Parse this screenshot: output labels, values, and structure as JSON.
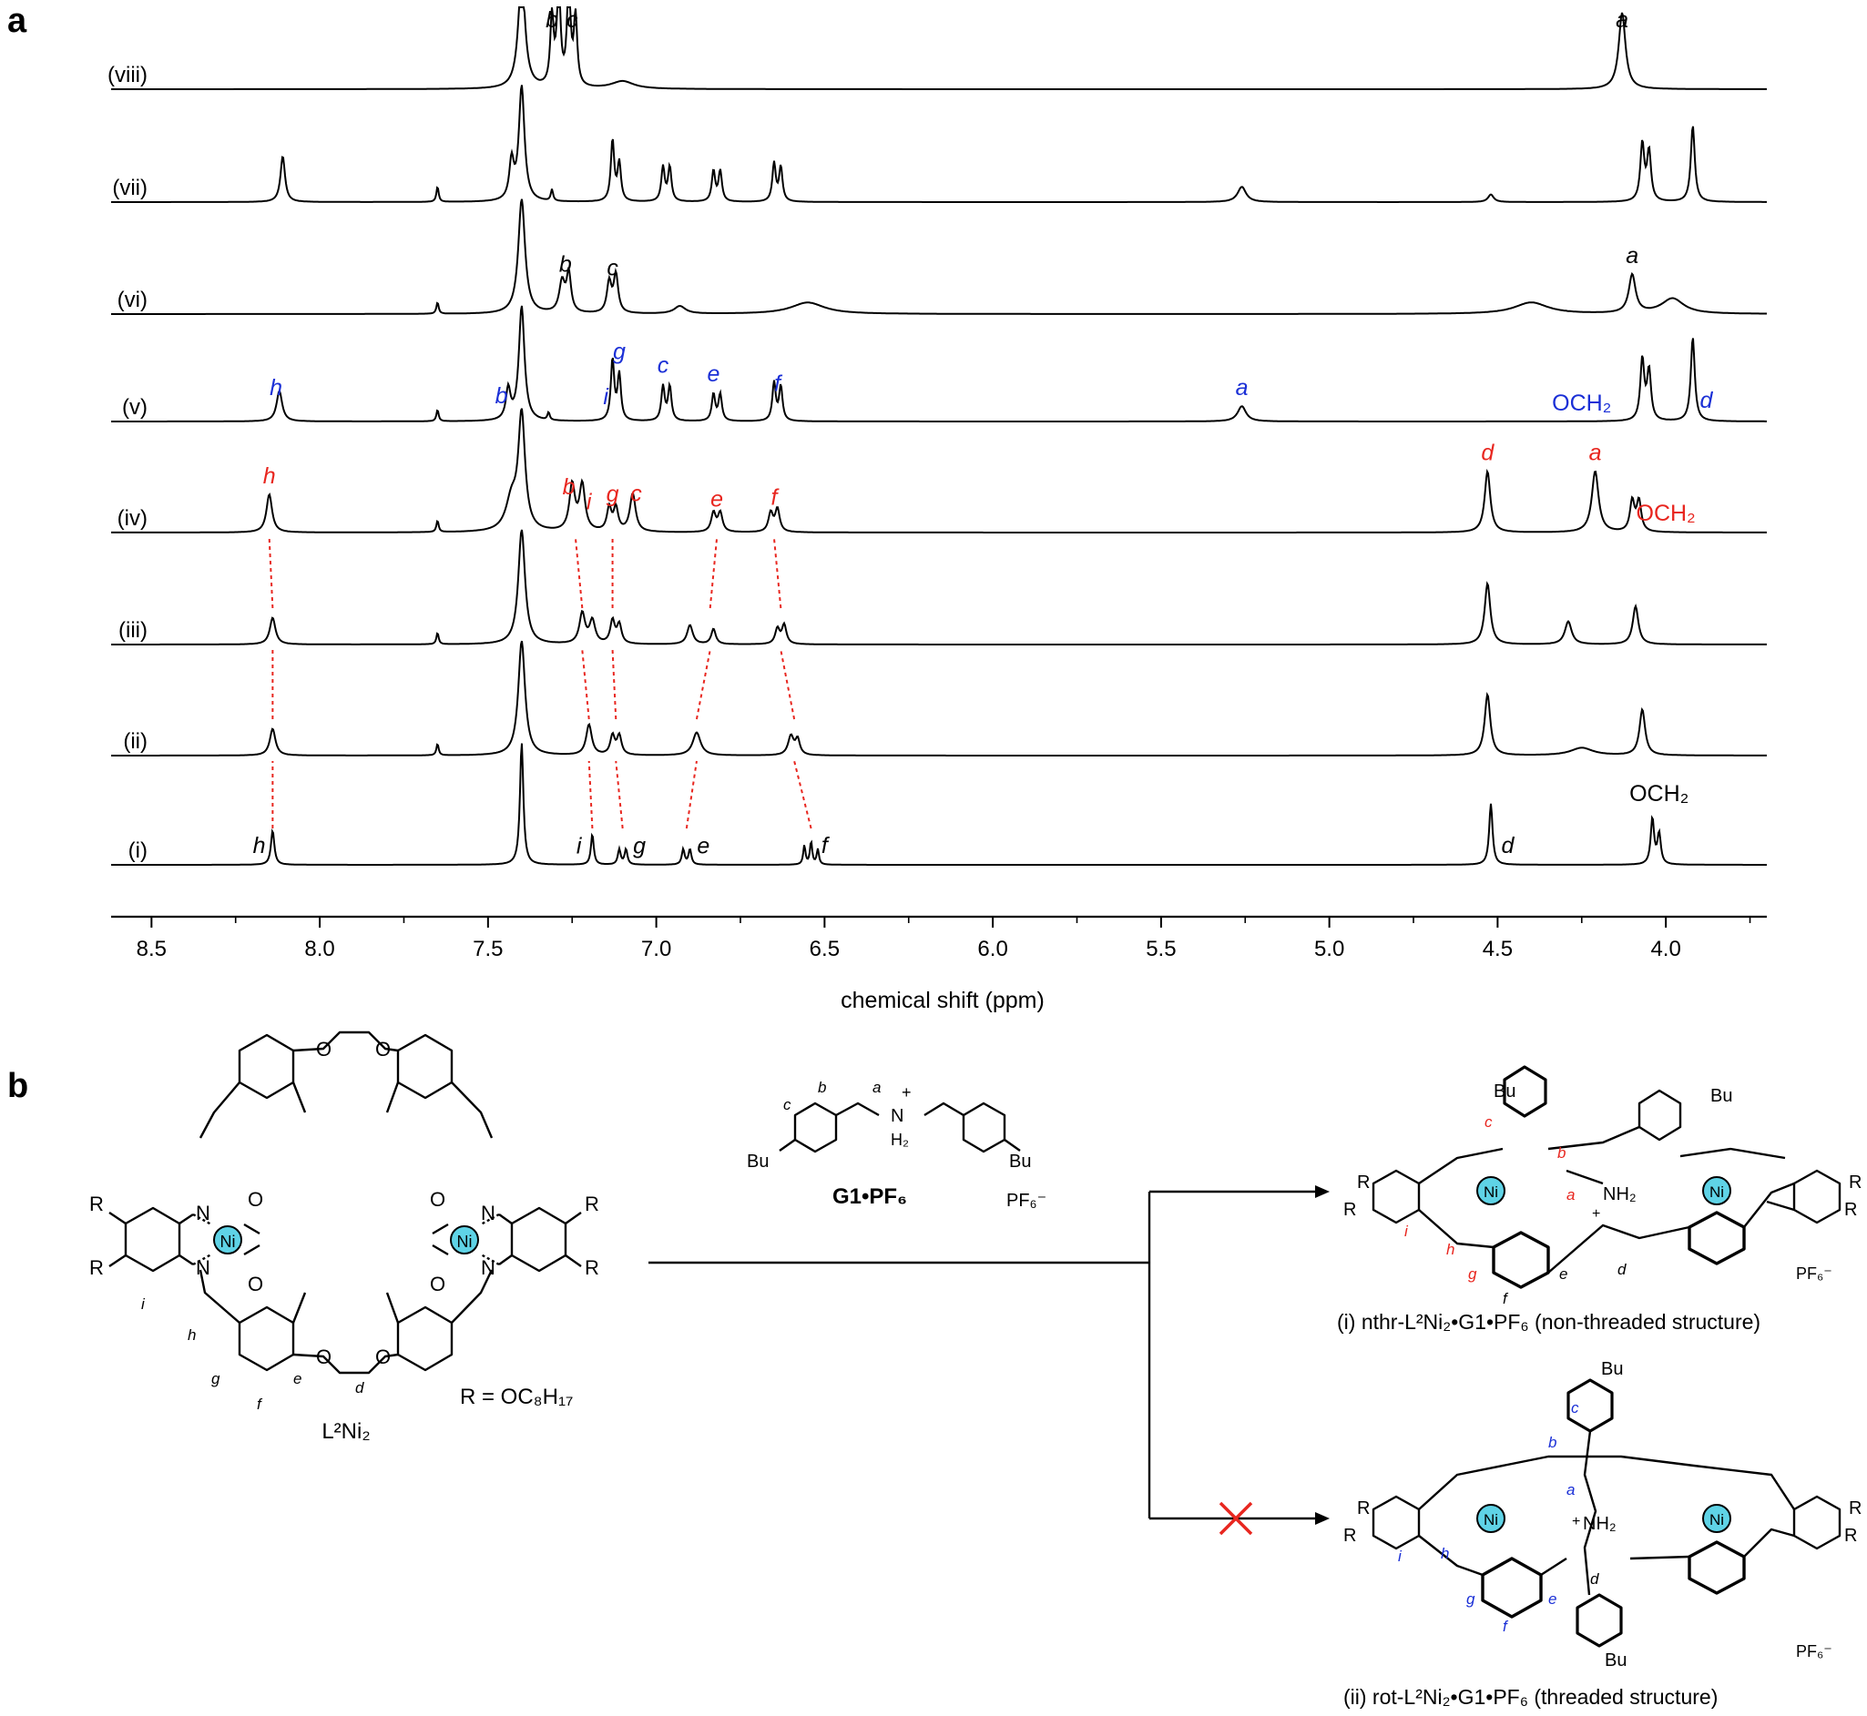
{
  "panel_a": {
    "label": "a",
    "xlabel": "chemical shift (ppm)",
    "ticks": [
      "8.5",
      "8.0",
      "7.5",
      "7.0",
      "6.5",
      "6.0",
      "5.5",
      "5.0",
      "4.5",
      "4.0"
    ],
    "spectra": [
      {
        "label": "(viii)",
        "peaks": [
          [
            7.4,
            0.3,
            0.012
          ],
          [
            7.31,
            0.18,
            0.006
          ],
          [
            7.29,
            0.28,
            0.006
          ],
          [
            7.26,
            0.28,
            0.006
          ],
          [
            7.24,
            0.18,
            0.006
          ],
          [
            7.1,
            0.02,
            0.04
          ],
          [
            4.13,
            0.2,
            0.012
          ]
        ],
        "annotations": [
          {
            "t": "b",
            "ppm": 7.31,
            "color": "black"
          },
          {
            "t": "c",
            "ppm": 7.25,
            "color": "black"
          },
          {
            "t": "a",
            "ppm": 4.13,
            "color": "black"
          }
        ]
      },
      {
        "label": "(vii)",
        "peaks": [
          [
            8.11,
            0.12,
            0.008
          ],
          [
            7.65,
            0.04,
            0.004
          ],
          [
            7.43,
            0.1,
            0.008
          ],
          [
            7.4,
            0.3,
            0.01
          ],
          [
            7.31,
            0.03,
            0.004
          ],
          [
            7.13,
            0.16,
            0.006
          ],
          [
            7.11,
            0.1,
            0.006
          ],
          [
            6.98,
            0.09,
            0.006
          ],
          [
            6.96,
            0.09,
            0.006
          ],
          [
            6.83,
            0.08,
            0.006
          ],
          [
            6.81,
            0.08,
            0.006
          ],
          [
            6.65,
            0.1,
            0.006
          ],
          [
            6.63,
            0.09,
            0.006
          ],
          [
            5.26,
            0.04,
            0.015
          ],
          [
            4.52,
            0.02,
            0.01
          ],
          [
            4.07,
            0.15,
            0.007
          ],
          [
            4.05,
            0.13,
            0.007
          ],
          [
            3.92,
            0.2,
            0.007
          ]
        ],
        "annotations": []
      },
      {
        "label": "(vi)",
        "peaks": [
          [
            7.65,
            0.03,
            0.004
          ],
          [
            7.4,
            0.3,
            0.012
          ],
          [
            7.28,
            0.08,
            0.01
          ],
          [
            7.26,
            0.1,
            0.008
          ],
          [
            7.14,
            0.08,
            0.008
          ],
          [
            7.12,
            0.1,
            0.008
          ],
          [
            6.93,
            0.02,
            0.02
          ],
          [
            6.55,
            0.03,
            0.06
          ],
          [
            4.4,
            0.03,
            0.06
          ],
          [
            4.1,
            0.1,
            0.012
          ],
          [
            3.98,
            0.04,
            0.04
          ]
        ],
        "annotations": [
          {
            "t": "b",
            "ppm": 7.27,
            "color": "black"
          },
          {
            "t": "c",
            "ppm": 7.13,
            "color": "black"
          },
          {
            "t": "a",
            "ppm": 4.1,
            "color": "black"
          }
        ]
      },
      {
        "label": "(v)",
        "peaks": [
          [
            8.12,
            0.08,
            0.01
          ],
          [
            7.65,
            0.03,
            0.004
          ],
          [
            7.44,
            0.08,
            0.008
          ],
          [
            7.4,
            0.3,
            0.01
          ],
          [
            7.32,
            0.02,
            0.004
          ],
          [
            7.13,
            0.16,
            0.006
          ],
          [
            7.11,
            0.12,
            0.006
          ],
          [
            6.98,
            0.09,
            0.006
          ],
          [
            6.96,
            0.09,
            0.006
          ],
          [
            6.83,
            0.07,
            0.006
          ],
          [
            6.81,
            0.07,
            0.006
          ],
          [
            6.65,
            0.1,
            0.006
          ],
          [
            6.63,
            0.09,
            0.006
          ],
          [
            5.26,
            0.04,
            0.015
          ],
          [
            4.07,
            0.16,
            0.007
          ],
          [
            4.05,
            0.13,
            0.007
          ],
          [
            3.92,
            0.22,
            0.007
          ]
        ],
        "annotations": [
          {
            "t": "h",
            "ppm": 8.13,
            "color": "blue"
          },
          {
            "t": "b",
            "ppm": 7.46,
            "color": "blue"
          },
          {
            "t": "i",
            "ppm": 7.15,
            "color": "blue"
          },
          {
            "t": "g",
            "ppm": 7.11,
            "color": "blue"
          },
          {
            "t": "c",
            "ppm": 6.98,
            "color": "blue"
          },
          {
            "t": "e",
            "ppm": 6.83,
            "color": "blue"
          },
          {
            "t": "f",
            "ppm": 6.64,
            "color": "blue"
          },
          {
            "t": "a",
            "ppm": 5.26,
            "color": "blue"
          },
          {
            "t": "OCH₂",
            "ppm": 4.25,
            "color": "blue",
            "plain": true
          },
          {
            "t": "d",
            "ppm": 3.88,
            "color": "blue"
          }
        ]
      },
      {
        "label": "(iv)",
        "peaks": [
          [
            8.15,
            0.1,
            0.01
          ],
          [
            7.65,
            0.03,
            0.004
          ],
          [
            7.43,
            0.08,
            0.02
          ],
          [
            7.4,
            0.3,
            0.012
          ],
          [
            7.25,
            0.12,
            0.01
          ],
          [
            7.22,
            0.12,
            0.01
          ],
          [
            7.14,
            0.06,
            0.008
          ],
          [
            7.12,
            0.06,
            0.008
          ],
          [
            7.07,
            0.1,
            0.01
          ],
          [
            6.83,
            0.05,
            0.008
          ],
          [
            6.81,
            0.05,
            0.008
          ],
          [
            6.66,
            0.05,
            0.008
          ],
          [
            6.64,
            0.06,
            0.008
          ],
          [
            4.53,
            0.16,
            0.01
          ],
          [
            4.21,
            0.16,
            0.012
          ],
          [
            4.1,
            0.08,
            0.008
          ],
          [
            4.08,
            0.08,
            0.008
          ]
        ],
        "annotations": [
          {
            "t": "h",
            "ppm": 8.15,
            "color": "red"
          },
          {
            "t": "b",
            "ppm": 7.26,
            "color": "red"
          },
          {
            "t": "i",
            "ppm": 7.2,
            "color": "red"
          },
          {
            "t": "g",
            "ppm": 7.13,
            "color": "red"
          },
          {
            "t": "c",
            "ppm": 7.06,
            "color": "red"
          },
          {
            "t": "e",
            "ppm": 6.82,
            "color": "red"
          },
          {
            "t": "f",
            "ppm": 6.65,
            "color": "red"
          },
          {
            "t": "d",
            "ppm": 4.53,
            "color": "red"
          },
          {
            "t": "a",
            "ppm": 4.21,
            "color": "red"
          },
          {
            "t": "OCH₂",
            "ppm": 4.0,
            "color": "red",
            "plain": true
          }
        ]
      },
      {
        "label": "(iii)",
        "peaks": [
          [
            8.14,
            0.07,
            0.01
          ],
          [
            7.65,
            0.03,
            0.004
          ],
          [
            7.4,
            0.3,
            0.012
          ],
          [
            7.22,
            0.08,
            0.01
          ],
          [
            7.19,
            0.06,
            0.01
          ],
          [
            7.13,
            0.06,
            0.008
          ],
          [
            7.11,
            0.05,
            0.008
          ],
          [
            6.9,
            0.05,
            0.01
          ],
          [
            6.83,
            0.04,
            0.008
          ],
          [
            6.64,
            0.04,
            0.008
          ],
          [
            6.62,
            0.05,
            0.008
          ],
          [
            4.53,
            0.16,
            0.01
          ],
          [
            4.29,
            0.06,
            0.012
          ],
          [
            4.09,
            0.1,
            0.01
          ]
        ],
        "annotations": []
      },
      {
        "label": "(ii)",
        "peaks": [
          [
            8.14,
            0.07,
            0.01
          ],
          [
            7.65,
            0.03,
            0.004
          ],
          [
            7.4,
            0.3,
            0.012
          ],
          [
            7.2,
            0.08,
            0.01
          ],
          [
            7.13,
            0.05,
            0.008
          ],
          [
            7.11,
            0.05,
            0.008
          ],
          [
            6.88,
            0.06,
            0.014
          ],
          [
            6.6,
            0.05,
            0.01
          ],
          [
            6.58,
            0.04,
            0.008
          ],
          [
            4.53,
            0.16,
            0.01
          ],
          [
            4.25,
            0.02,
            0.04
          ],
          [
            4.07,
            0.12,
            0.01
          ]
        ],
        "annotations": []
      },
      {
        "label": "(i)",
        "peaks": [
          [
            8.14,
            0.09,
            0.006
          ],
          [
            7.4,
            0.32,
            0.006
          ],
          [
            7.19,
            0.08,
            0.005
          ],
          [
            7.11,
            0.04,
            0.005
          ],
          [
            7.09,
            0.04,
            0.005
          ],
          [
            6.92,
            0.04,
            0.005
          ],
          [
            6.9,
            0.04,
            0.005
          ],
          [
            6.56,
            0.05,
            0.004
          ],
          [
            6.54,
            0.06,
            0.004
          ],
          [
            6.52,
            0.04,
            0.004
          ],
          [
            4.52,
            0.16,
            0.006
          ],
          [
            4.04,
            0.12,
            0.006
          ],
          [
            4.02,
            0.08,
            0.006
          ]
        ],
        "annotations": [
          {
            "t": "h",
            "ppm": 8.18,
            "color": "black"
          },
          {
            "t": "i",
            "ppm": 7.23,
            "color": "black"
          },
          {
            "t": "g",
            "ppm": 7.05,
            "color": "black"
          },
          {
            "t": "e",
            "ppm": 6.86,
            "color": "black"
          },
          {
            "t": "f",
            "ppm": 6.5,
            "color": "black"
          },
          {
            "t": "d",
            "ppm": 4.47,
            "color": "black"
          },
          {
            "t": "OCH₂",
            "ppm": 4.02,
            "color": "black",
            "plain": true
          }
        ]
      }
    ],
    "connectors": [
      [
        8.14,
        8.14,
        8.14,
        8.15
      ],
      [
        7.19,
        7.2,
        7.22,
        7.24
      ],
      [
        7.1,
        7.12,
        7.13,
        7.13
      ],
      [
        6.91,
        6.88,
        6.84,
        6.82
      ],
      [
        6.54,
        6.59,
        6.63,
        6.65
      ]
    ]
  },
  "panel_b": {
    "label": "b",
    "macrocycle_name": "L²Ni₂",
    "r_def": "R = OC₈H₁₇",
    "guest_name": "G1•PF₆",
    "guest_counterion": "PF₆⁻",
    "guest_letters": [
      "c",
      "b",
      "a",
      "H₂",
      "Bu"
    ],
    "product_i": "(i) nthr-L²Ni₂•G1•PF₆ (non-threaded structure)",
    "product_ii": "(ii) rot-L²Ni₂•G1•PF₆ (threaded structure)",
    "product_counterion": "PF₆⁻",
    "atom_labels": {
      "ni": "Ni",
      "n": "N",
      "o": "O",
      "r": "R",
      "bu": "Bu",
      "nh2": "NH₂",
      "plus": "+"
    },
    "proton_labels_macro": [
      "i",
      "h",
      "g",
      "f",
      "e",
      "d"
    ],
    "colors": {
      "ni_fill": "#5fd3e6",
      "red": "#e8261f",
      "blue": "#1a2fd6",
      "connector": "#e8261f"
    }
  }
}
